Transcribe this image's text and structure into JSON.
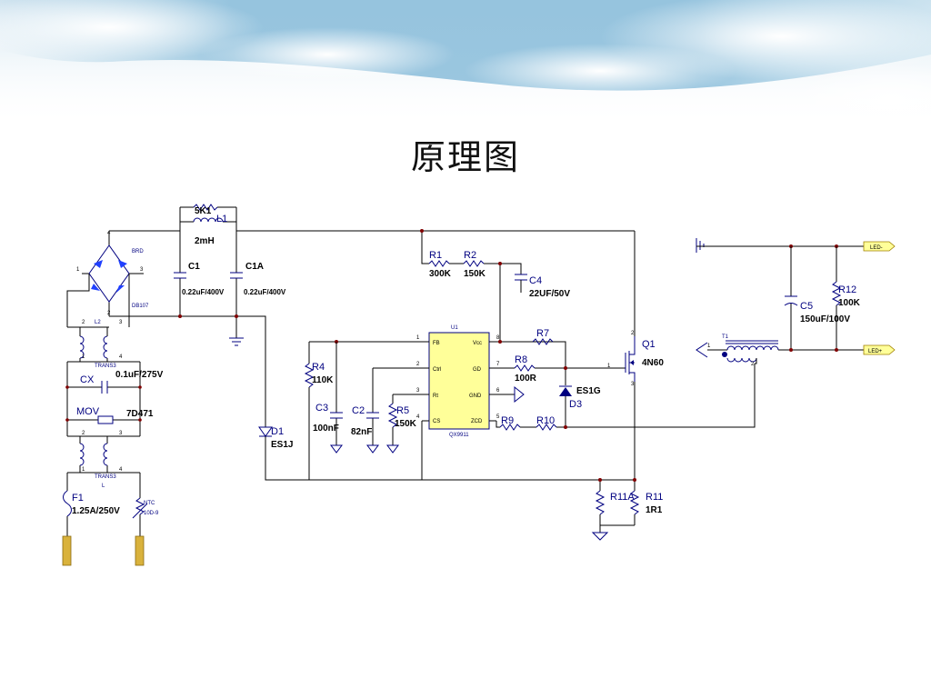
{
  "slide": {
    "title": "原理图"
  },
  "schematic": {
    "bridge": {
      "ref": "BRD",
      "part": "DB107",
      "pins": [
        "4",
        "1",
        "3",
        "2"
      ]
    },
    "input_filter": {
      "r_5k1": "5K1",
      "l1": {
        "ref": "L1",
        "value": "2mH"
      },
      "c1": {
        "ref": "C1",
        "value": "0.22uF/400V"
      },
      "c1a": {
        "ref": "C1A",
        "value": "0.22uF/400V"
      }
    },
    "trans_top": {
      "ref": "TRANS3",
      "part": "L2",
      "pins": [
        "2",
        "3",
        "1",
        "4"
      ]
    },
    "trans_bottom": {
      "ref": "TRANS3",
      "part": "L",
      "pins": [
        "2",
        "3",
        "1",
        "4"
      ]
    },
    "cx": {
      "ref": "CX",
      "value": "0.1uF/275V"
    },
    "mov": {
      "ref": "MOV",
      "value": "7D471"
    },
    "f1": {
      "ref": "F1",
      "value": "1.25A/250V"
    },
    "ntc": {
      "ref": "NTC",
      "value": "10D-9"
    },
    "d1": {
      "ref": "D1",
      "value": "ES1J"
    },
    "r1": {
      "ref": "R1",
      "value": "300K"
    },
    "r2": {
      "ref": "R2",
      "value": "150K"
    },
    "c4": {
      "ref": "C4",
      "value": "22UF/50V"
    },
    "r4": {
      "ref": "R4",
      "value": "110K"
    },
    "c3": {
      "ref": "C3",
      "value": "100nF"
    },
    "c2": {
      "ref": "C2",
      "value": "82nF"
    },
    "r5": {
      "ref": "R5",
      "value": "150K"
    },
    "u1": {
      "ref": "U1",
      "part": "QX9911",
      "left_pins": [
        {
          "num": "1",
          "name": "FB"
        },
        {
          "num": "2",
          "name": "Ctrl"
        },
        {
          "num": "3",
          "name": "Rt"
        },
        {
          "num": "4",
          "name": "CS"
        }
      ],
      "right_pins": [
        {
          "num": "8",
          "name": "Vcc"
        },
        {
          "num": "7",
          "name": "GD"
        },
        {
          "num": "6",
          "name": "GND"
        },
        {
          "num": "5",
          "name": "ZCD"
        }
      ]
    },
    "r7": {
      "ref": "R7"
    },
    "r8": {
      "ref": "R8",
      "value": "100R"
    },
    "r9": {
      "ref": "R9"
    },
    "r10": {
      "ref": "R10"
    },
    "d3": {
      "ref": "D3",
      "value": "ES1G"
    },
    "q1": {
      "ref": "Q1",
      "value": "4N60",
      "pins": [
        "1",
        "2",
        "3"
      ]
    },
    "r11a": {
      "ref": "R11A"
    },
    "r11": {
      "ref": "R11",
      "value": "1R1"
    },
    "t1": {
      "ref": "T1",
      "pins": [
        "1",
        "2"
      ]
    },
    "c5": {
      "ref": "C5",
      "value": "150uF/100V"
    },
    "r12": {
      "ref": "R12",
      "value": "100K"
    },
    "led_minus": "LED-",
    "led_plus": "LED+"
  }
}
